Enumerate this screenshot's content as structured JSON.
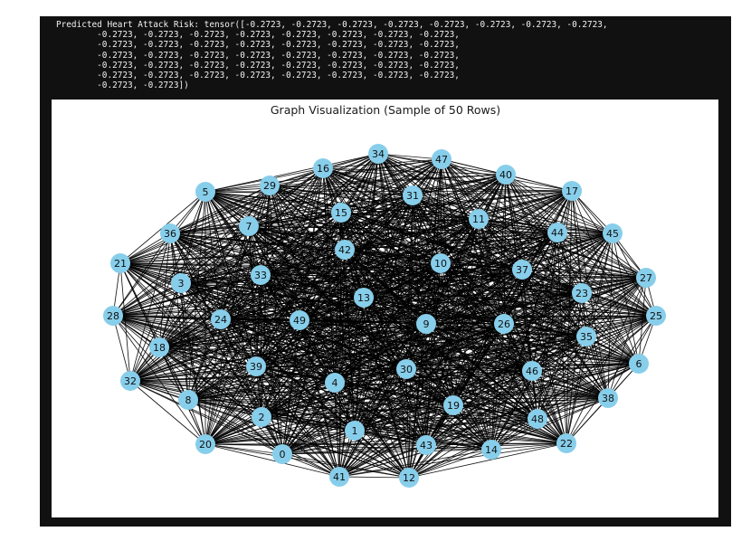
{
  "console": {
    "output_lines": [
      "Predicted Heart Attack Risk: tensor([-0.2723, -0.2723, -0.2723, -0.2723, -0.2723, -0.2723, -0.2723, -0.2723,",
      "        -0.2723, -0.2723, -0.2723, -0.2723, -0.2723, -0.2723, -0.2723, -0.2723,",
      "        -0.2723, -0.2723, -0.2723, -0.2723, -0.2723, -0.2723, -0.2723, -0.2723,",
      "        -0.2723, -0.2723, -0.2723, -0.2723, -0.2723, -0.2723, -0.2723, -0.2723,",
      "        -0.2723, -0.2723, -0.2723, -0.2723, -0.2723, -0.2723, -0.2723, -0.2723,",
      "        -0.2723, -0.2723, -0.2723, -0.2723, -0.2723, -0.2723, -0.2723, -0.2723,",
      "        -0.2723, -0.2723])"
    ]
  },
  "figure": {
    "title": "Graph Visualization (Sample of 50 Rows)",
    "node_color": "#87ceeb",
    "edge_color": "#000000",
    "node_labels": [
      "34",
      "47",
      "16",
      "40",
      "29",
      "5",
      "17",
      "31",
      "15",
      "11",
      "7",
      "36",
      "44",
      "45",
      "42",
      "21",
      "10",
      "37",
      "33",
      "3",
      "27",
      "23",
      "13",
      "28",
      "24",
      "49",
      "9",
      "26",
      "25",
      "35",
      "18",
      "6",
      "39",
      "30",
      "46",
      "32",
      "4",
      "38",
      "8",
      "19",
      "2",
      "48",
      "1",
      "20",
      "43",
      "14",
      "22",
      "0",
      "41",
      "12"
    ]
  }
}
